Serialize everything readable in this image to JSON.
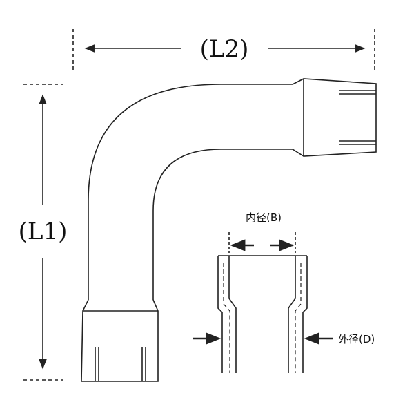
{
  "diagram": {
    "colors": {
      "stroke": "#222222",
      "background": "#ffffff"
    },
    "labels": {
      "l2": "(L2)",
      "l1": "(L1)",
      "inner_diameter": "内径(B)",
      "outer_diameter": "外径(D)"
    }
  }
}
